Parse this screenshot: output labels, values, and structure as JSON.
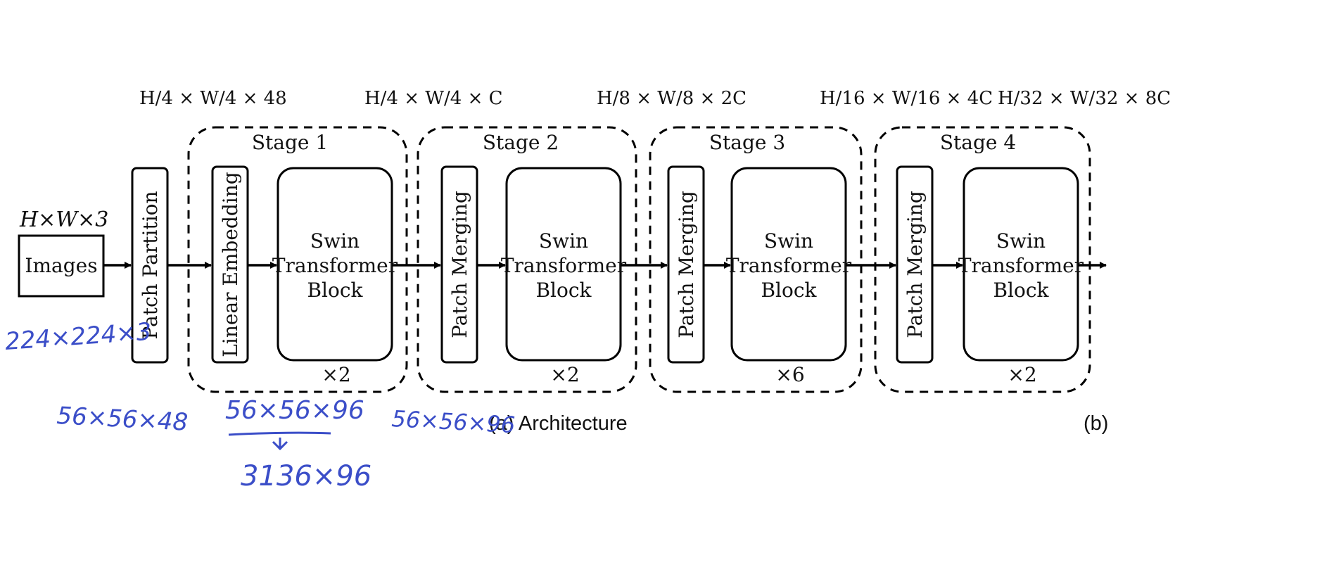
{
  "input": {
    "dims": "H×W×3",
    "box_label": "Images"
  },
  "patch_partition": {
    "label": "Patch Partition"
  },
  "dim_labels": {
    "partition_out": "H/4 × W/4 × 48",
    "stage1_out": "H/4 × W/4 × C",
    "stage2_out": "H/8 × W/8 × 2C",
    "stage3_out": "H/16 × W/16 × 4C",
    "stage4_out": "H/32 × W/32 × 8C"
  },
  "stages": [
    {
      "title": "Stage 1",
      "first_block": "Linear Embedding",
      "block_lines": [
        "Swin",
        "Transformer",
        "Block"
      ],
      "repeat": "×2"
    },
    {
      "title": "Stage 2",
      "first_block": "Patch Merging",
      "block_lines": [
        "Swin",
        "Transformer",
        "Block"
      ],
      "repeat": "×2"
    },
    {
      "title": "Stage 3",
      "first_block": "Patch Merging",
      "block_lines": [
        "Swin",
        "Transformer",
        "Block"
      ],
      "repeat": "×6"
    },
    {
      "title": "Stage 4",
      "first_block": "Patch Merging",
      "block_lines": [
        "Swin",
        "Transformer",
        "Block"
      ],
      "repeat": "×2"
    }
  ],
  "captions": {
    "architecture": "(a) Architecture",
    "b": "(b)"
  },
  "handwritten": {
    "input_size": "224×224×3",
    "partition_size": "56×56×48",
    "embed_size": "56×56×96",
    "flattened": "3136×96",
    "stage1_size": "56×56×96"
  },
  "colors": {
    "line": "#000000",
    "handwriting": "#3b4ec8"
  }
}
